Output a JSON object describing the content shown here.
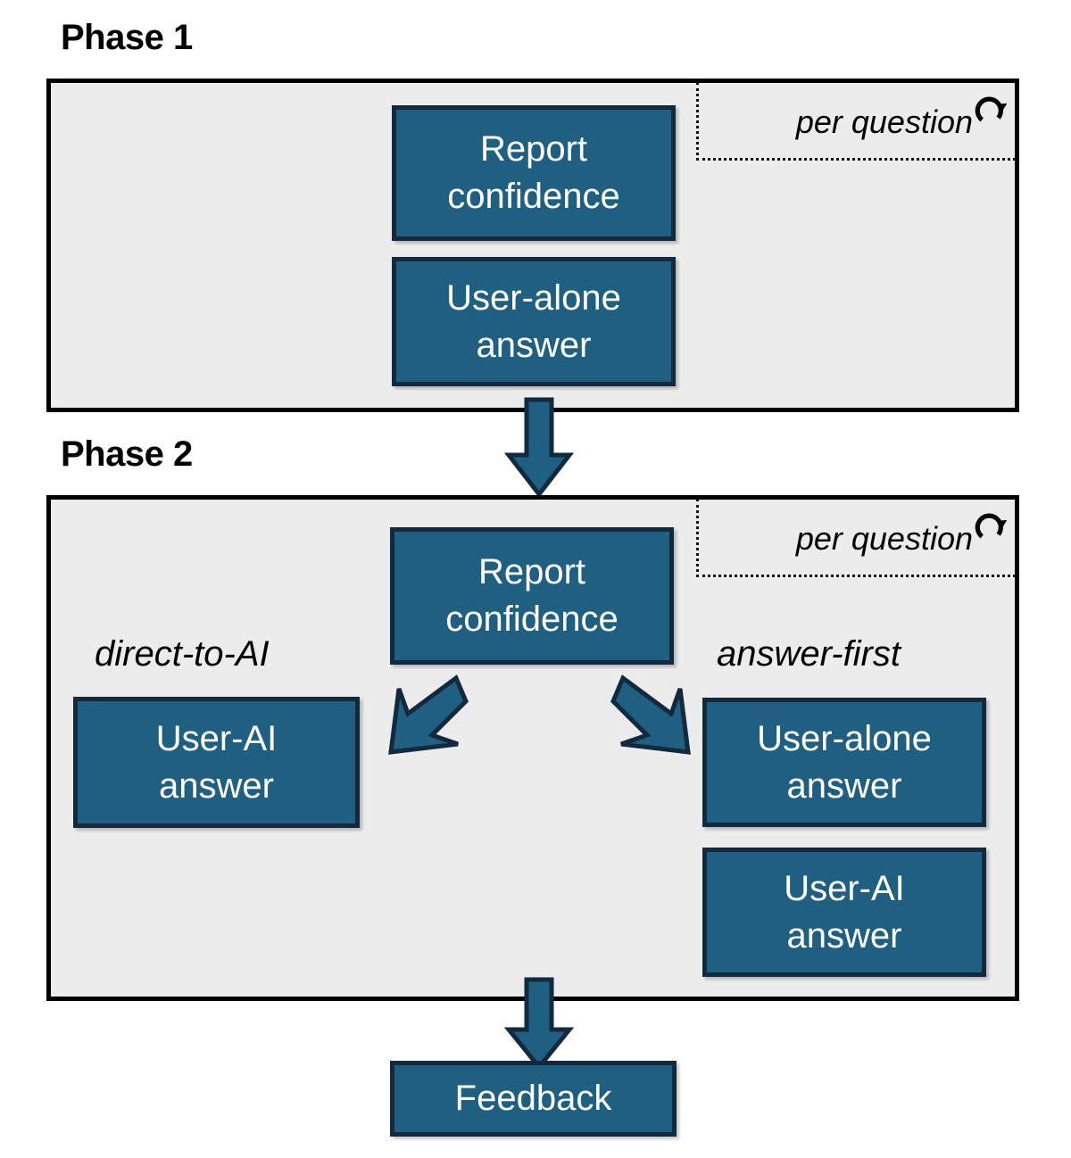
{
  "diagram": {
    "title_phase1": "Phase 1",
    "title_phase2": "Phase 2",
    "colors": {
      "node_fill": "#1E5F82",
      "node_border": "#13293D",
      "panel_fill": "#ECECEC",
      "panel_border": "#000000",
      "text_on_node": "#FFFFFF",
      "text_primary": "#000000"
    },
    "phase1": {
      "label": "Phase 1",
      "per_question": {
        "label": "per question",
        "icon": "refresh-loop-icon"
      },
      "nodes": [
        {
          "id": "p1-report-confidence",
          "label": "Report\nconfidence"
        },
        {
          "id": "p1-user-alone-answer",
          "label": "User-alone\nanswer"
        }
      ]
    },
    "phase2": {
      "label": "Phase 2",
      "per_question": {
        "label": "per question",
        "icon": "refresh-loop-icon"
      },
      "branch_left_label": "direct-to-AI",
      "branch_right_label": "answer-first",
      "nodes": [
        {
          "id": "p2-report-confidence",
          "label": "Report\nconfidence"
        },
        {
          "id": "p2-left-user-ai-answer",
          "label": "User-AI\nanswer"
        },
        {
          "id": "p2-right-user-alone-answer",
          "label": "User-alone\nanswer"
        },
        {
          "id": "p2-right-user-ai-answer",
          "label": "User-AI\nanswer"
        }
      ]
    },
    "feedback": {
      "id": "feedback",
      "label": "Feedback"
    },
    "arrows": [
      {
        "id": "phase1-to-phase2",
        "direction": "down"
      },
      {
        "id": "branch-to-left",
        "direction": "down-left"
      },
      {
        "id": "branch-to-right",
        "direction": "down-right"
      },
      {
        "id": "phase2-to-feedback",
        "direction": "down"
      }
    ]
  }
}
